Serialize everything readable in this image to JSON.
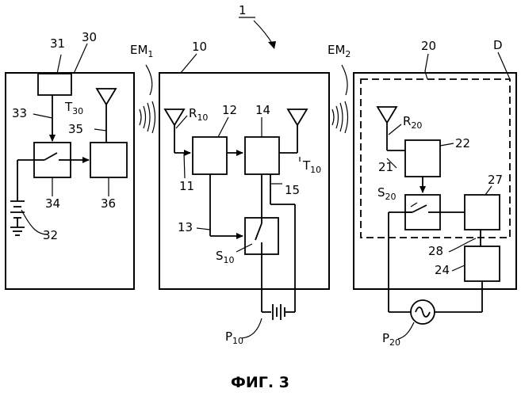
{
  "figure": {
    "caption": "ФИГ. 3",
    "system_ref": "1",
    "labels": {
      "l30": "30",
      "l31": "31",
      "l32": "32",
      "l33": "33",
      "l34": "34",
      "l35": "35",
      "l36": "36",
      "l10": "10",
      "l11": "11",
      "l12": "12",
      "l13": "13",
      "l14": "14",
      "l15": "15",
      "l20": "20",
      "l21": "21",
      "l22": "22",
      "l24": "24",
      "l27": "27",
      "l28": "28",
      "D": "D",
      "T30": "T",
      "T30s": "30",
      "R10": "R",
      "R10s": "10",
      "T10": "T",
      "T10s": "10",
      "S10": "S",
      "S10s": "10",
      "R20": "R",
      "R20s": "20",
      "S20": "S",
      "S20s": "20",
      "P10": "P",
      "P10s": "10",
      "P20": "P",
      "P20s": "20",
      "EM1": "EM",
      "EM1s": "1",
      "EM2": "EM",
      "EM2s": "2"
    }
  }
}
